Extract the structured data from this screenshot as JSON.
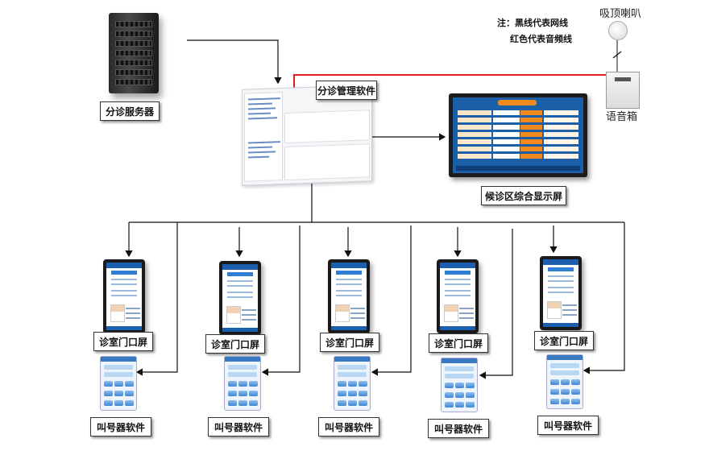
{
  "notes": {
    "line1": "注：黑线代表网线",
    "line2": "红色代表音频线"
  },
  "labels": {
    "server": "分诊服务器",
    "software": "分诊管理软件",
    "display": "候诊区综合显示屏",
    "ceiling_speaker": "吸顶喇叭",
    "audio_box": "语音箱"
  },
  "door_screens": [
    {
      "label": "诊室门口屏"
    },
    {
      "label": "诊室门口屏"
    },
    {
      "label": "诊室门口屏"
    },
    {
      "label": "诊室门口屏"
    },
    {
      "label": "诊室门口屏"
    }
  ],
  "callers": [
    {
      "label": "叫号器软件"
    },
    {
      "label": "叫号器软件"
    },
    {
      "label": "叫号器软件"
    },
    {
      "label": "叫号器软件"
    },
    {
      "label": "叫号器软件"
    }
  ],
  "colors": {
    "network_line": "#111111",
    "audio_line": "#e02020"
  }
}
